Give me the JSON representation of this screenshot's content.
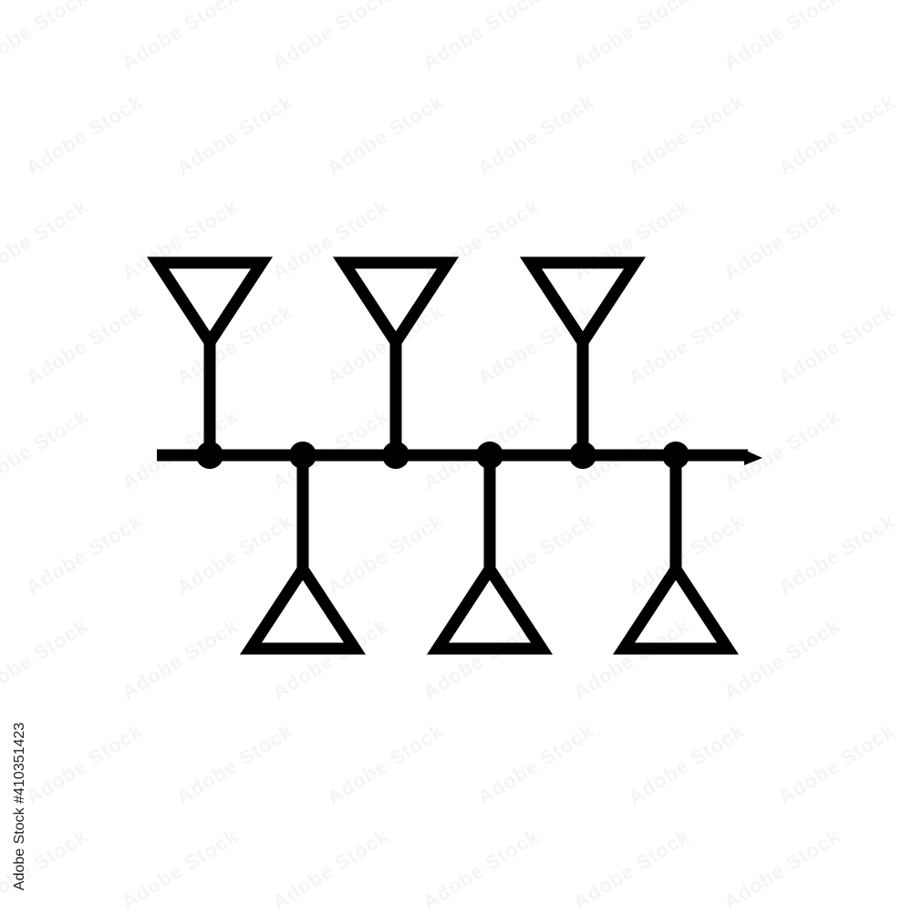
{
  "colors": {
    "ink": "#000000",
    "background": "#ffffff"
  },
  "icon": {
    "name": "timeline-antenna-icon",
    "upper_nodes": 3,
    "lower_nodes": 3
  },
  "watermark": {
    "text": "Adobe Stock",
    "id": "#410351423"
  }
}
